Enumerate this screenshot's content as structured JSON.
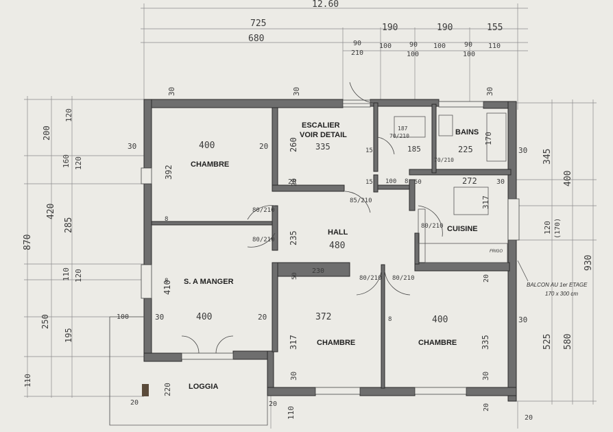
{
  "rooms": {
    "chambre_nw": "CHAMBRE",
    "escalier_1": "ESCALIER",
    "escalier_2": "VOIR DETAIL",
    "bains": "BAINS",
    "cuisine": "CUISINE",
    "hall": "HALL",
    "salle_a_manger": "S. A MANGER",
    "chambre_s": "CHAMBRE",
    "chambre_se": "CHAMBRE",
    "loggia": "LOGGIA"
  },
  "notes": {
    "balcon_1": "BALCON AU 1er ETAGE",
    "balcon_2": "170 x 300 cm",
    "frigo": "FRIGO"
  },
  "top_dims": {
    "total": "12.60",
    "d725": "725",
    "d680": "680",
    "d190a": "190",
    "d190b": "190",
    "d155": "155",
    "t90a": "90",
    "t210": "210",
    "t100a": "100",
    "t90b": "90",
    "t100b": "100",
    "t100c": "100",
    "t90c": "90",
    "t100d": "100",
    "t110": "110"
  },
  "left_dims": {
    "d870": "870",
    "d420": "420",
    "d200": "200",
    "d120a": "120",
    "d160": "160",
    "d120b": "120",
    "d285": "285",
    "d110a": "110",
    "d120c": "120",
    "d250": "250",
    "d195": "195",
    "d110b": "110"
  },
  "right_dims": {
    "d345": "345",
    "d400": "400",
    "d930": "930",
    "d120": "120",
    "d170": "(170)",
    "d525": "525",
    "d580": "580"
  },
  "interior_dims": {
    "w30_a": "30",
    "w30_b": "30",
    "w30_c": "30",
    "w30_d": "30",
    "chambre_w": "400",
    "chambre_h": "392",
    "w20_a": "20",
    "esc_h": "260",
    "esc_w": "335",
    "w20_b": "20",
    "hall_w": "480",
    "hall_h": "235",
    "bains_w": "225",
    "bains_h": "170",
    "w30_e": "30",
    "pass_185": "185",
    "d15a": "15",
    "d15b": "15",
    "d100": "100",
    "d8a": "8",
    "d50": "50",
    "cuisine_w": "272",
    "cuisine_h": "317",
    "w30_f": "30",
    "sam_w": "400",
    "sam_h": "410",
    "w20_c": "20",
    "w30_g": "30",
    "d8b": "8",
    "d8c": "8",
    "d8d": "8",
    "d230": "230",
    "d50b": "50",
    "ch_s_w": "372",
    "ch_s_h": "317",
    "ch_se_w": "400",
    "ch_se_h": "335",
    "w20_d": "20",
    "w30_h": "30",
    "w30_i": "30",
    "w30_j": "30",
    "w20_e": "20",
    "w20_f": "20",
    "d110c": "110",
    "d100b": "100",
    "d220": "220",
    "w20_g": "20",
    "w20_h": "20",
    "d20": "20"
  },
  "doors": {
    "dr1": "80/210",
    "dr2": "80/210",
    "dr3": "85/210",
    "dr4": "80/210",
    "dr5": "80/210",
    "dr6": "80/210",
    "dr7": "70/210",
    "dr8": "70/210",
    "dr9": "187"
  }
}
